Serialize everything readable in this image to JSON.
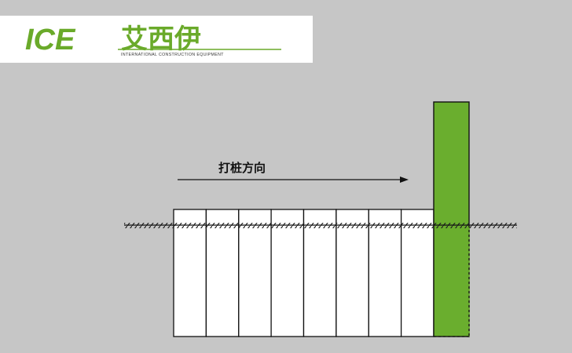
{
  "logo": {
    "brand_latin": "ICE",
    "brand_cn": "艾西伊",
    "tagline": "INTERNATIONAL CONSTRUCTION EQUIPMENT",
    "color": "#6aaa2a"
  },
  "diagram": {
    "direction_label": "打桩方向",
    "installed_pile_count": 8,
    "active_pile_color": "#6aae2e",
    "background_color": "#c6c6c6"
  }
}
